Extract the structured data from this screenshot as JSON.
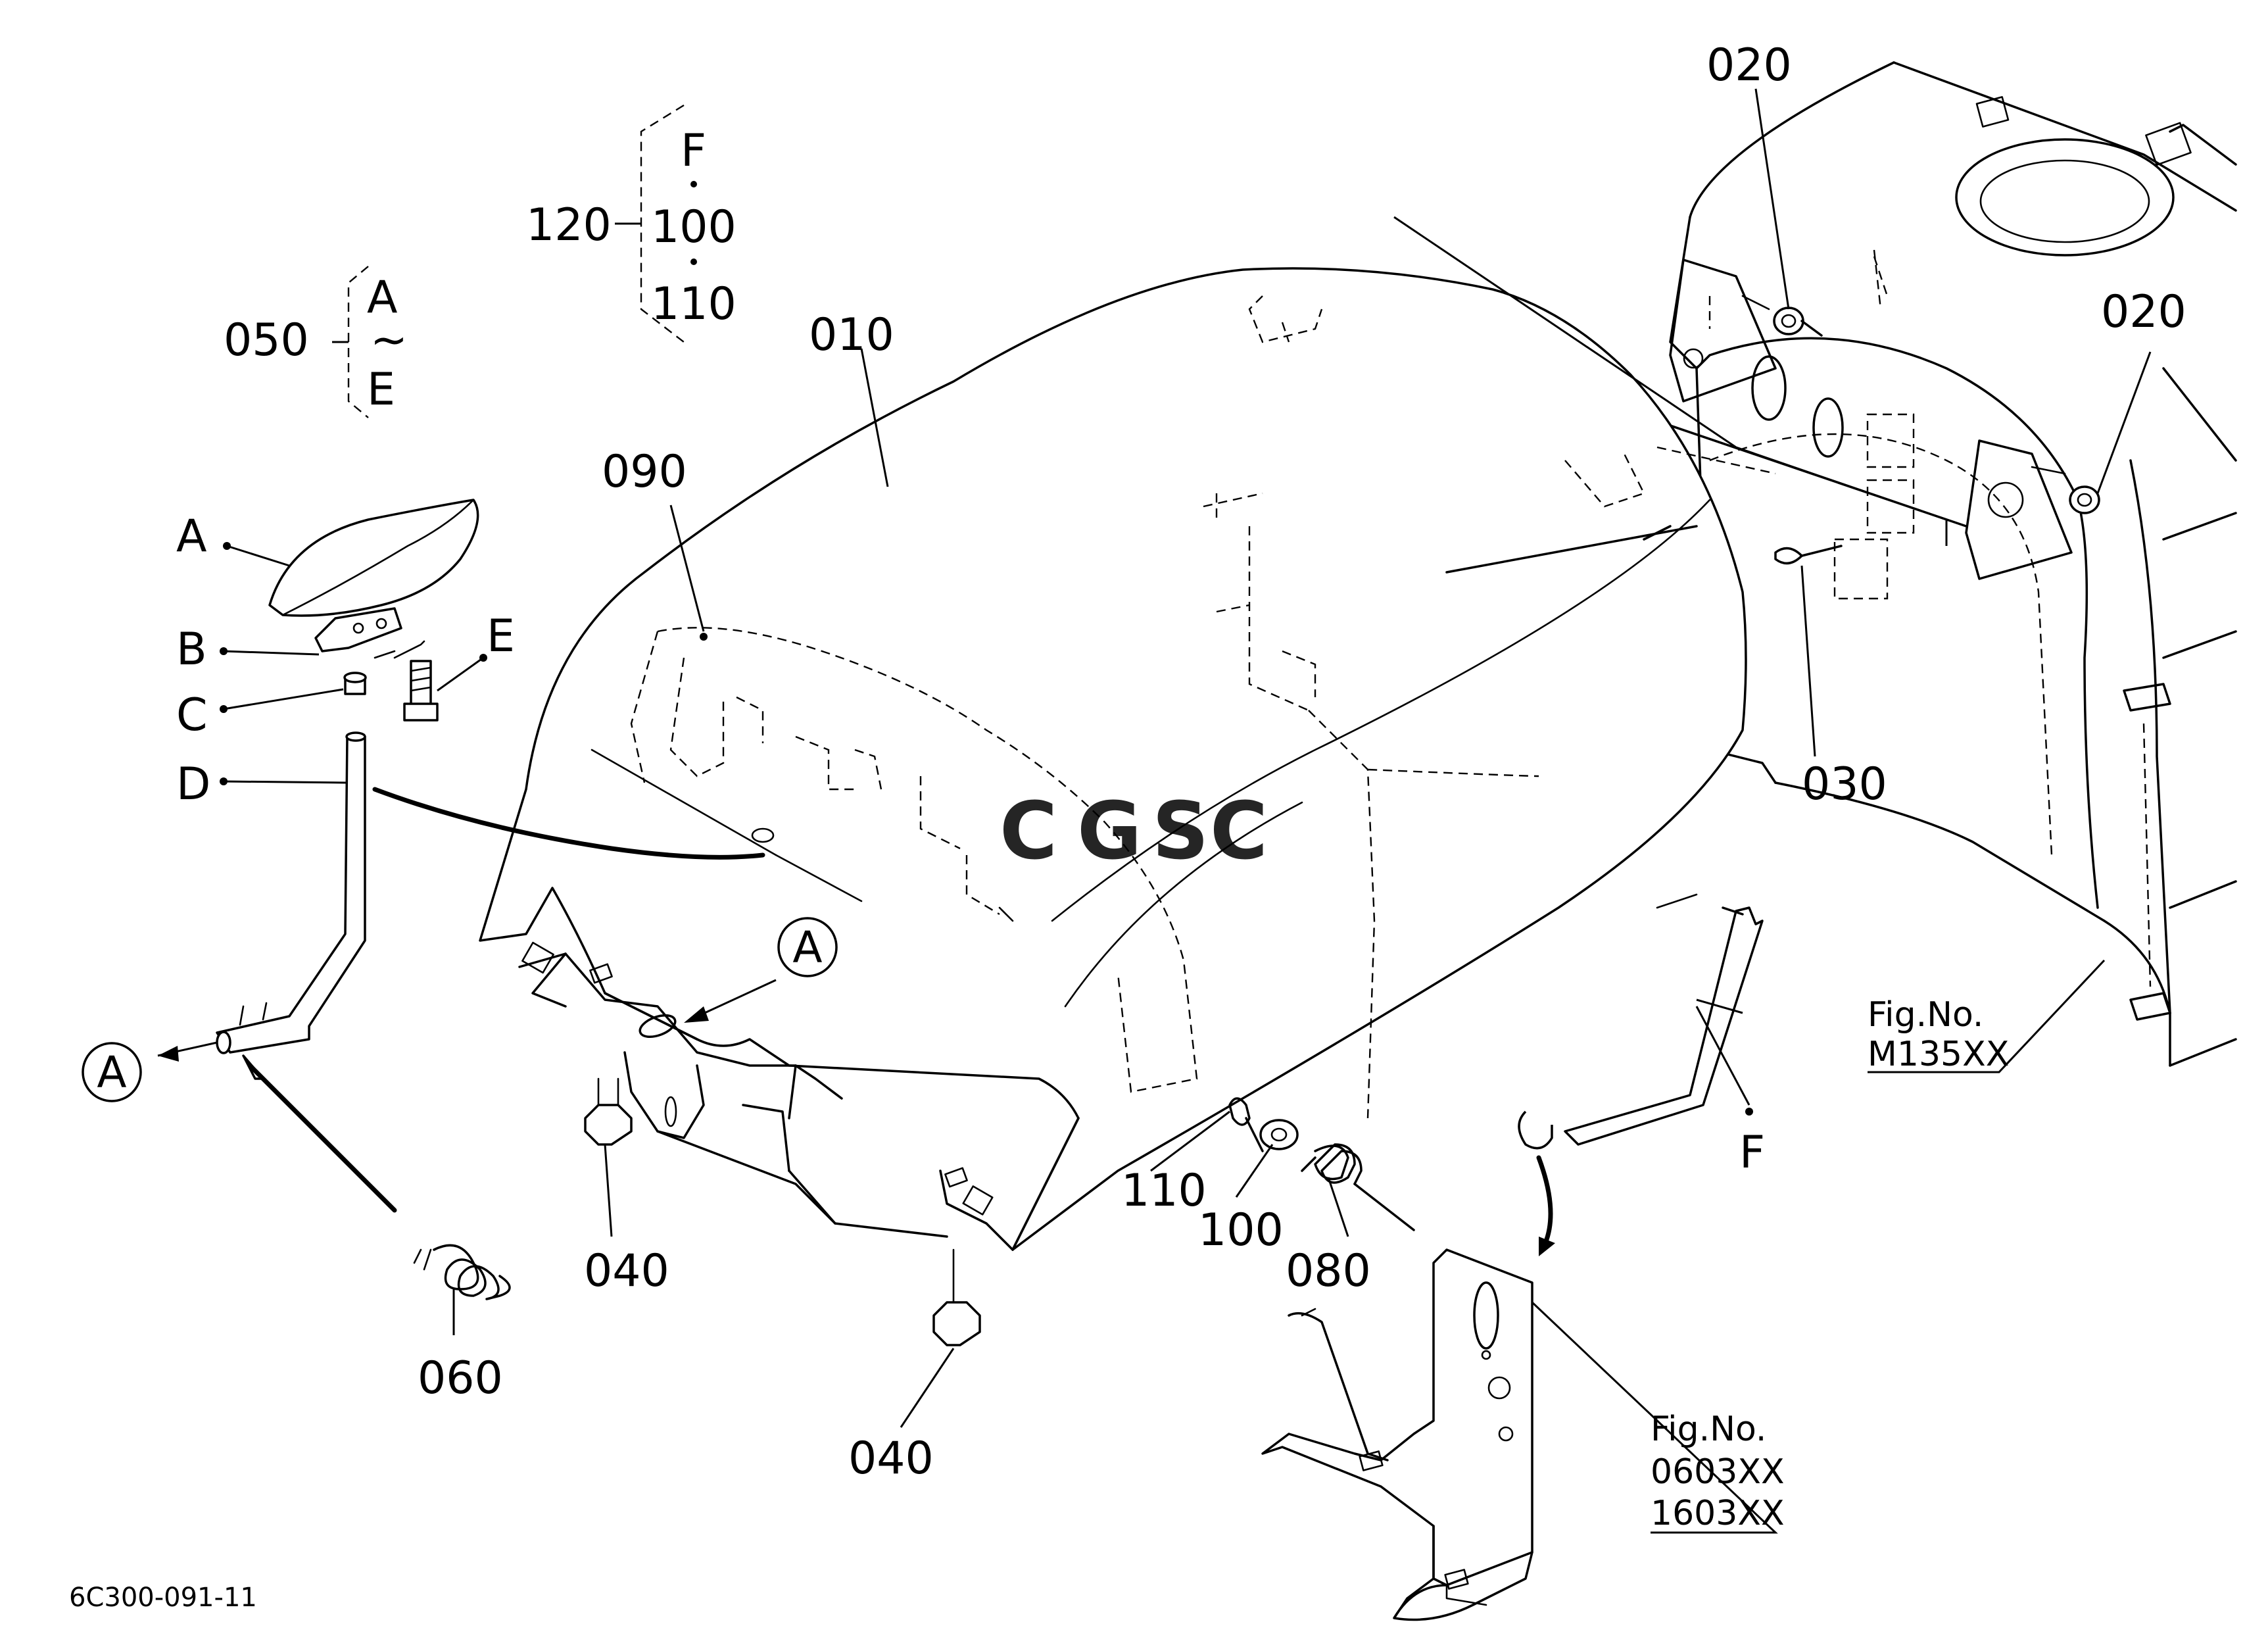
{
  "callouts": {
    "c010": "010",
    "c020a": "020",
    "c020b": "020",
    "c030": "030",
    "c040a": "040",
    "c040b": "040",
    "c050": "050",
    "c060": "060",
    "c080": "080",
    "c090": "090",
    "c100": "100",
    "c110": "110",
    "c120": "120",
    "sub_A": "A",
    "sub_B": "B",
    "sub_C": "C",
    "sub_D": "D",
    "sub_E": "E",
    "sub_F": "F"
  },
  "groups": {
    "g050_top": "A",
    "g050_mid": "~",
    "g050_bottom": "E",
    "g120_top": "F",
    "g120_mid": "100",
    "g120_bottom": "110"
  },
  "markers": {
    "view_a_left": "A",
    "view_a_center": "A"
  },
  "references": {
    "fig_m135_title": "Fig.No.",
    "fig_m135_code": "M135XX",
    "fig_0603_title": "Fig.No.",
    "fig_0603_code1": "0603XX",
    "fig_0603_code2": "1603XX"
  },
  "drawing_code": "6C300-091-11",
  "watermark": "CGSC",
  "watermark_colors": [
    "#4285F4",
    "#EA4335",
    "#FBBC05",
    "#34A853"
  ]
}
